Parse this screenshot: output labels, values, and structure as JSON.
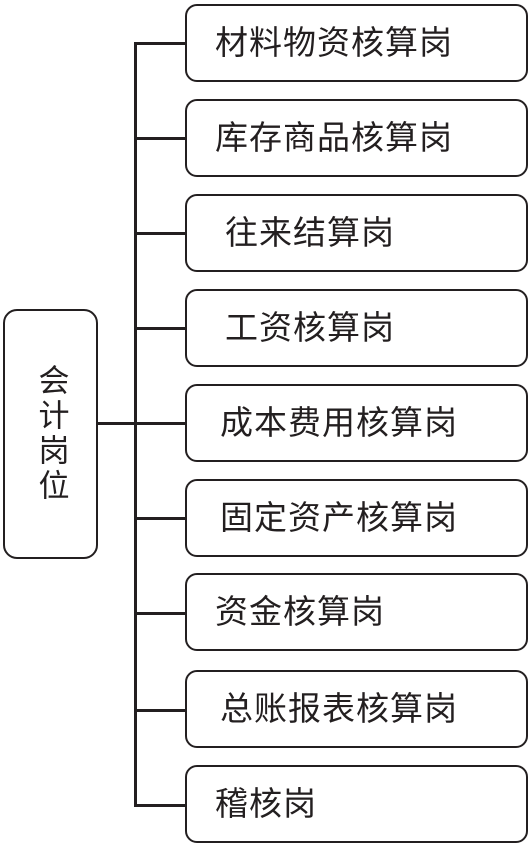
{
  "root": {
    "label": "会计岗位"
  },
  "children": [
    {
      "label": "材料物资核算岗"
    },
    {
      "label": "库存商品核算岗"
    },
    {
      "label": "往来结算岗"
    },
    {
      "label": "工资核算岗"
    },
    {
      "label": "成本费用核算岗"
    },
    {
      "label": "固定资产核算岗"
    },
    {
      "label": "资金核算岗"
    },
    {
      "label": "总账报表核算岗"
    },
    {
      "label": "稽核岗"
    }
  ]
}
